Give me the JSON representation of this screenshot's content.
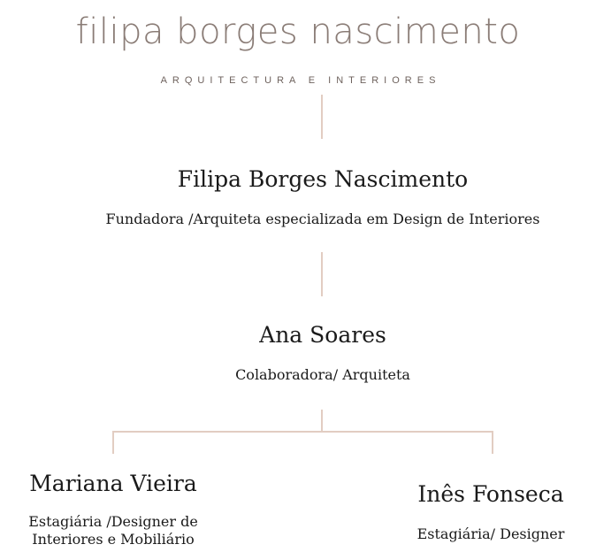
{
  "brand": {
    "name": "filipa borges nascimento",
    "tagline": "ARQUITECTURA E INTERIORES",
    "line_color": "#e2cdc2",
    "logo_color": "#8a7c76"
  },
  "org_chart": {
    "founder": {
      "name": "Filipa Borges Nascimento",
      "role": "Fundadora /Arquiteta especializada em Design de Interiores"
    },
    "collaborator": {
      "name": "Ana Soares",
      "role": "Colaboradora/ Arquiteta"
    },
    "interns": [
      {
        "name": "Mariana Vieira",
        "role_line1": "Estagiária /Designer de",
        "role_line2": "Interiores e Mobiliário"
      },
      {
        "name": "Inês Fonseca",
        "role_line1": "Estagiária/ Designer"
      }
    ]
  }
}
